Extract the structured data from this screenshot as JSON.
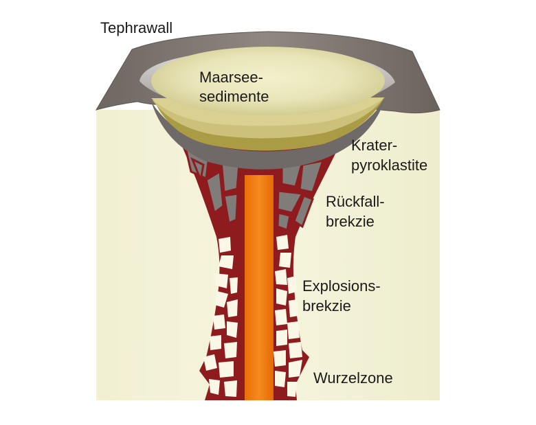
{
  "labels": {
    "tephrawall": "Tephrawall",
    "maarsee_line1": "Maarsee-",
    "maarsee_line2": "sedimente",
    "krater_line1": "Krater-",
    "krater_line2": "pyroklastite",
    "rueckfall_line1": "Rückfall-",
    "rueckfall_line2": "brekzie",
    "explosions_line1": "Explosions-",
    "explosions_line2": "brekzie",
    "wurzelzone": "Wurzelzone"
  },
  "colors": {
    "host_rock": "#f3f2d6",
    "tephra_wall": "#8b8179",
    "crater_rim_light": "#c9c5c1",
    "crater_pyroclastite": "#6f6a68",
    "fallback_breccia": "#807c7a",
    "explosion_breccia_matrix": "#8e1b1e",
    "breccia_clast": "#fbf7e6",
    "feeder_dyke": "#f07a10",
    "lake_sediment_surface": "#e6e2b0",
    "lake_sediment_mid": "#cdc07a",
    "lake_sediment_dark": "#a99c44"
  }
}
